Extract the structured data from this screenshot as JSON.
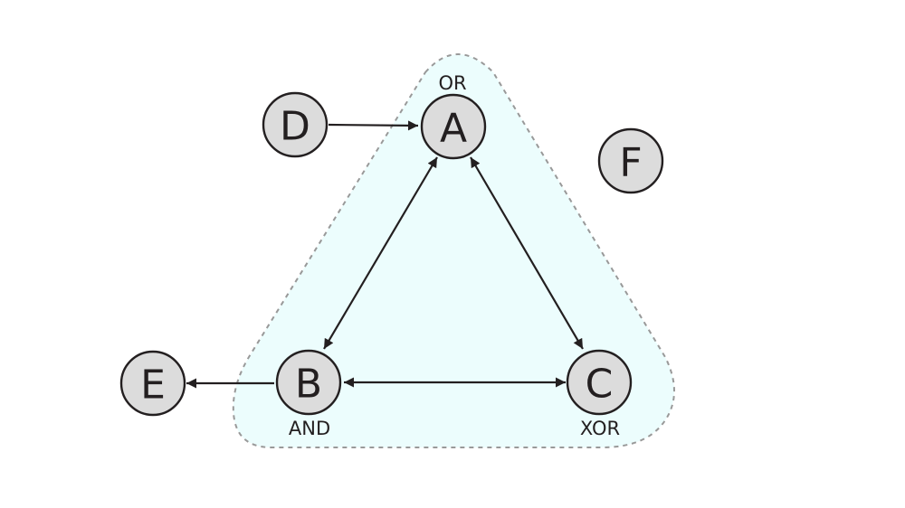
{
  "colors": {
    "node_fill": "#dcdcdc",
    "node_stroke": "#231f20",
    "text": "#231f20",
    "edge": "#231f20",
    "group_fill": "#ecfdfd",
    "group_stroke": "#999999"
  },
  "nodes": {
    "A": {
      "letter": "A",
      "gate": "OR"
    },
    "B": {
      "letter": "B",
      "gate": "AND"
    },
    "C": {
      "letter": "C",
      "gate": "XOR"
    },
    "D": {
      "letter": "D"
    },
    "E": {
      "letter": "E"
    },
    "F": {
      "letter": "F"
    }
  },
  "edges": [
    {
      "from": "D",
      "to": "A",
      "direction": "forward"
    },
    {
      "from": "A",
      "to": "B",
      "direction": "both"
    },
    {
      "from": "A",
      "to": "C",
      "direction": "both"
    },
    {
      "from": "B",
      "to": "C",
      "direction": "both"
    },
    {
      "from": "B",
      "to": "E",
      "direction": "forward"
    }
  ],
  "group": {
    "members": [
      "A",
      "B",
      "C"
    ],
    "style": "dashed"
  }
}
